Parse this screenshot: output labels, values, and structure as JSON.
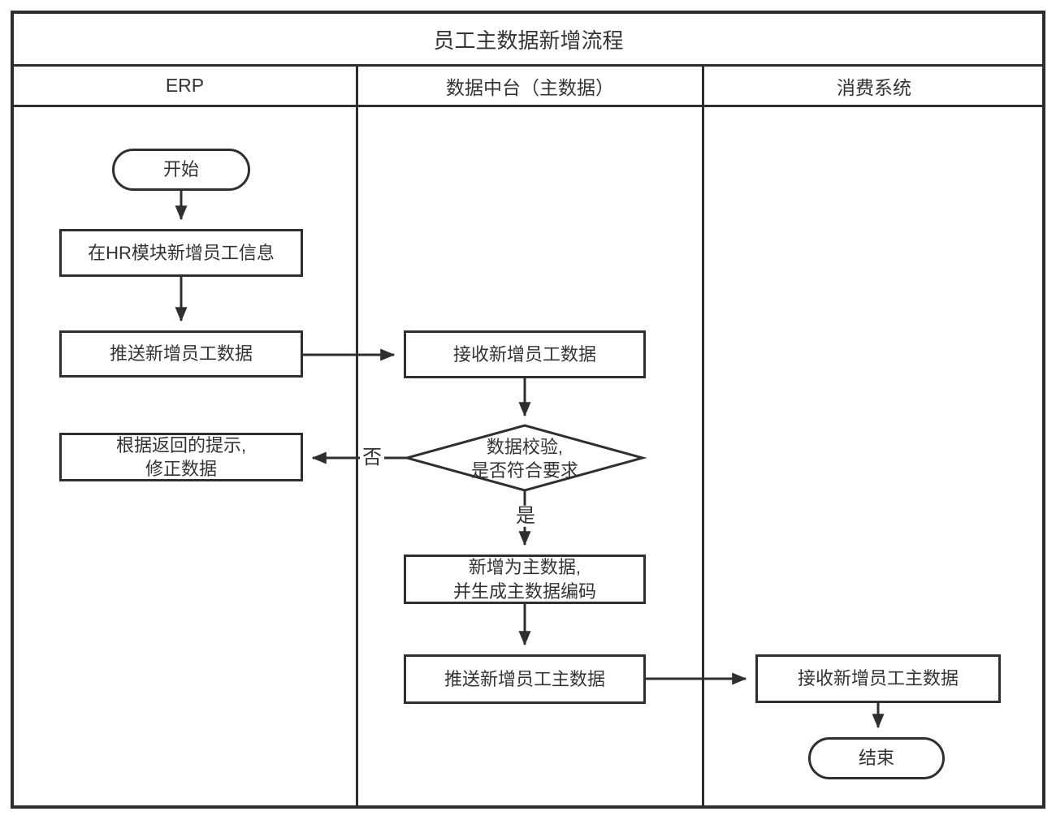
{
  "title": "员工主数据新增流程",
  "lanes": [
    {
      "label": "ERP"
    },
    {
      "label": "数据中台（主数据）"
    },
    {
      "label": "消费系统"
    }
  ],
  "nodes": {
    "start": {
      "type": "terminator",
      "lane": "ERP",
      "label": "开始"
    },
    "add_hr": {
      "type": "process",
      "lane": "ERP",
      "label": "在HR模块新增员工信息"
    },
    "push_new": {
      "type": "process",
      "lane": "ERP",
      "label": "推送新增员工数据"
    },
    "fix_data": {
      "type": "process",
      "lane": "ERP",
      "label": "根据返回的提示,\n修正数据"
    },
    "receive_new": {
      "type": "process",
      "lane": "数据中台（主数据）",
      "label": "接收新增员工数据"
    },
    "validate": {
      "type": "decision",
      "lane": "数据中台（主数据）",
      "label": "数据校验,\n是否符合要求"
    },
    "create_master": {
      "type": "process",
      "lane": "数据中台（主数据）",
      "label": "新增为主数据,\n并生成主数据编码"
    },
    "push_master": {
      "type": "process",
      "lane": "数据中台（主数据）",
      "label": "推送新增员工主数据"
    },
    "receive_master": {
      "type": "process",
      "lane": "消费系统",
      "label": "接收新增员工主数据"
    },
    "end": {
      "type": "terminator",
      "lane": "消费系统",
      "label": "结束"
    }
  },
  "edges": {
    "start_to_add_hr": "",
    "add_hr_to_push_new": "",
    "push_new_to_receive_new": "",
    "receive_new_to_validate": "",
    "validate_to_fix_data_label": "否",
    "validate_to_create_master_label": "是",
    "create_master_to_push_master": "",
    "push_master_to_receive_master": "",
    "receive_master_to_end": ""
  },
  "colors": {
    "line": "#2d2d2d",
    "shape_border": "#2f2f2f",
    "text": "#333333",
    "background": "#ffffff"
  }
}
